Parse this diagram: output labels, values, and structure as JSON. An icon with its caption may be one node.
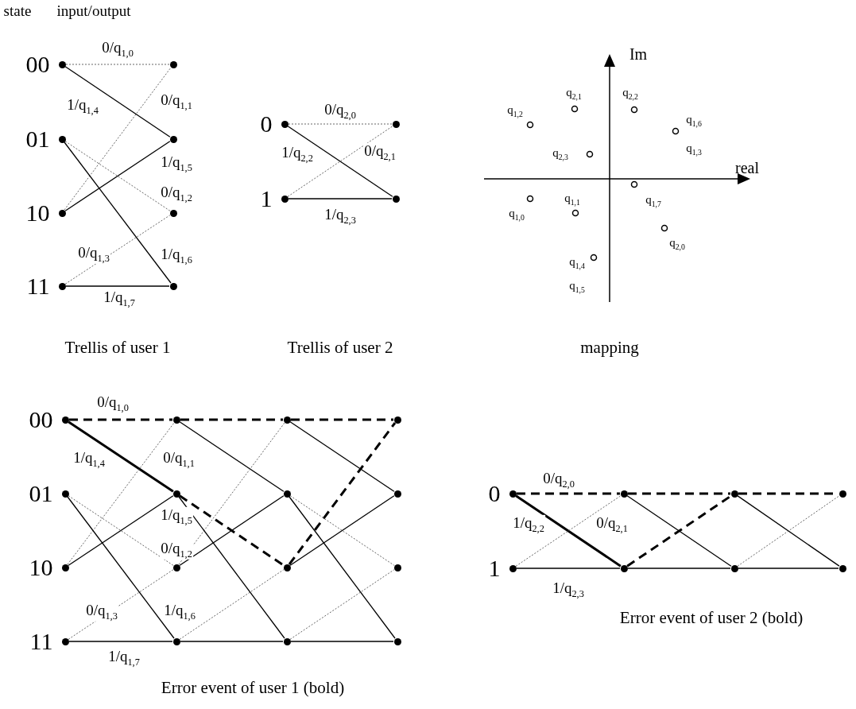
{
  "diagram": {
    "nodes": [
      {
        "text": [],
        "shape": "circle",
        "beside": [
          "00"
        ]
      },
      {
        "text": [],
        "shape": "circle",
        "beside": [
          "01"
        ]
      },
      {
        "text": [],
        "shape": "circle",
        "beside": [
          "10"
        ]
      },
      {
        "text": [],
        "shape": "circle",
        "beside": [
          "11"
        ]
      },
      {
        "text": [],
        "shape": "circle"
      },
      {
        "text": [],
        "shape": "circle"
      },
      {
        "text": [],
        "shape": "circle"
      },
      {
        "text": [],
        "shape": "circle"
      },
      {
        "text": [],
        "shape": "circle",
        "beside": [
          "0"
        ]
      },
      {
        "text": [],
        "shape": "circle",
        "beside": [
          "1"
        ]
      },
      {
        "text": [],
        "shape": "circle"
      },
      {
        "text": [],
        "shape": "circle"
      },
      {
        "text": [],
        "shape": "circle",
        "beside": [
          "00"
        ]
      },
      {
        "text": [],
        "shape": "circle",
        "beside": [
          "01"
        ]
      },
      {
        "text": [],
        "shape": "circle",
        "beside": [
          "10"
        ]
      },
      {
        "text": [],
        "shape": "circle",
        "beside": [
          "11"
        ]
      },
      {
        "text": [],
        "shape": "circle"
      },
      {
        "text": [],
        "shape": "circle"
      },
      {
        "text": [],
        "shape": "circle"
      },
      {
        "text": [],
        "shape": "circle"
      },
      {
        "text": [],
        "shape": "circle"
      },
      {
        "text": [],
        "shape": "circle"
      },
      {
        "text": [],
        "shape": "circle"
      },
      {
        "text": [],
        "shape": "circle"
      },
      {
        "text": [],
        "shape": "circle"
      },
      {
        "text": [],
        "shape": "circle"
      },
      {
        "text": [],
        "shape": "circle"
      },
      {
        "text": [],
        "shape": "circle"
      },
      {
        "text": [],
        "shape": "circle",
        "beside": [
          "0"
        ]
      },
      {
        "text": [],
        "shape": "circle",
        "beside": [
          "1"
        ]
      },
      {
        "text": [],
        "shape": "circle"
      },
      {
        "text": [],
        "shape": "circle"
      },
      {
        "text": [],
        "shape": "circle"
      },
      {
        "text": [],
        "shape": "circle"
      },
      {
        "text": [],
        "shape": "circle"
      },
      {
        "text": [],
        "shape": "circle"
      }
    ],
    "edges": [
      {
        "from": 0,
        "to": 4,
        "arrow": "none",
        "style": "dashed",
        "color": "#666666",
        "label": "0/q$_{1,0}$"
      },
      {
        "from": 0,
        "to": 5,
        "arrow": "none",
        "label": "1/q$_{1,4}$"
      },
      {
        "from": 2,
        "to": 4,
        "arrow": "none",
        "style": "dashed",
        "color": "#666666",
        "label": "0/q$_{1,1}$"
      },
      {
        "from": 2,
        "to": 5,
        "arrow": "none",
        "label": "1/q$_{1,5}$"
      },
      {
        "from": 1,
        "to": 6,
        "arrow": "none",
        "style": "dashed",
        "color": "#666666",
        "label": "0/q$_{1,2}$"
      },
      {
        "from": 1,
        "to": 7,
        "arrow": "none",
        "label": "1/q$_{1,6}$"
      },
      {
        "from": 3,
        "to": 6,
        "arrow": "none",
        "style": "dashed",
        "color": "#666666",
        "label": "0/q$_{1,3}$"
      },
      {
        "from": 3,
        "to": 7,
        "arrow": "none",
        "label": "1/q$_{1,7}$"
      },
      {
        "from": 8,
        "to": 10,
        "arrow": "none",
        "style": "dashed",
        "color": "#666666",
        "label": "0/q$_{2,0}$"
      },
      {
        "from": 8,
        "to": 11,
        "arrow": "none",
        "label": "1/q$_{2,2}$"
      },
      {
        "from": 9,
        "to": 10,
        "arrow": "none",
        "style": "dashed",
        "color": "#666666",
        "label": "0/q$_{2,1}$"
      },
      {
        "from": 9,
        "to": 11,
        "arrow": "none",
        "label": "1/q$_{2,3}$"
      },
      {
        "from": 12,
        "to": 16,
        "arrow": "none",
        "style": "dashed",
        "label": "0/q$_{1,0}$"
      },
      {
        "from": 12,
        "to": 17,
        "arrow": "none",
        "style": "thick",
        "label": "1/q$_{1,4}$"
      },
      {
        "from": 14,
        "to": 16,
        "arrow": "none",
        "style": "dashed",
        "color": "#666666",
        "label": "0/q$_{1,1}$"
      },
      {
        "from": 14,
        "to": 17,
        "arrow": "none",
        "label": "1/q$_{1,5}$"
      },
      {
        "from": 13,
        "to": 18,
        "arrow": "none",
        "style": "dashed",
        "color": "#666666",
        "label": "0/q$_{1,2}$"
      },
      {
        "from": 13,
        "to": 19,
        "arrow": "none",
        "label": "1/q$_{1,6}$"
      },
      {
        "from": 15,
        "to": 18,
        "arrow": "none",
        "style": "dashed",
        "color": "#666666",
        "label": "0/q$_{1,3}$"
      },
      {
        "from": 15,
        "to": 19,
        "arrow": "none",
        "label": "1/q$_{1,7}$"
      },
      {
        "from": 16,
        "to": 20,
        "arrow": "none",
        "style": "dashed"
      },
      {
        "from": 16,
        "to": 21,
        "arrow": "none"
      },
      {
        "from": 18,
        "to": 20,
        "arrow": "none",
        "style": "dashed",
        "color": "#666666"
      },
      {
        "from": 18,
        "to": 21,
        "arrow": "none"
      },
      {
        "from": 17,
        "to": 22,
        "arrow": "none",
        "style": "dashed"
      },
      {
        "from": 17,
        "to": 23,
        "arrow": "none"
      },
      {
        "from": 19,
        "to": 22,
        "arrow": "none",
        "style": "dashed",
        "color": "#666666"
      },
      {
        "from": 19,
        "to": 23,
        "arrow": "none"
      },
      {
        "from": 20,
        "to": 24,
        "arrow": "none",
        "style": "dashed"
      },
      {
        "from": 20,
        "to": 25,
        "arrow": "none"
      },
      {
        "from": 22,
        "to": 24,
        "arrow": "none",
        "style": "dashed"
      },
      {
        "from": 22,
        "to": 25,
        "arrow": "none"
      },
      {
        "from": 21,
        "to": 26,
        "arrow": "none",
        "style": "dashed",
        "color": "#666666"
      },
      {
        "from": 21,
        "to": 27,
        "arrow": "none"
      },
      {
        "from": 23,
        "to": 26,
        "arrow": "none",
        "style": "dashed",
        "color": "#666666"
      },
      {
        "from": 23,
        "to": 27,
        "arrow": "none"
      },
      {
        "from": 28,
        "to": 30,
        "arrow": "none",
        "style": "dashed",
        "label": "0/q$_{2,0}$"
      },
      {
        "from": 28,
        "to": 31,
        "arrow": "none",
        "style": "thick",
        "label": "1/q$_{2,2}$"
      },
      {
        "from": 29,
        "to": 30,
        "arrow": "none",
        "style": "dashed",
        "color": "#666666",
        "label": "0/q$_{2,1}$"
      },
      {
        "from": 29,
        "to": 31,
        "arrow": "none",
        "label": "1/q$_{2,3}$"
      },
      {
        "from": 30,
        "to": 32,
        "arrow": "none",
        "style": "dashed"
      },
      {
        "from": 30,
        "to": 33,
        "arrow": "none"
      },
      {
        "from": 31,
        "to": 32,
        "arrow": "none",
        "style": "dashed"
      },
      {
        "from": 31,
        "to": 33,
        "arrow": "none"
      },
      {
        "from": 32,
        "to": 34,
        "arrow": "none",
        "style": "dashed"
      },
      {
        "from": 32,
        "to": 35,
        "arrow": "none"
      },
      {
        "from": 33,
        "to": 34,
        "arrow": "none",
        "style": "dashed",
        "color": "#666666"
      },
      {
        "from": 33,
        "to": 35,
        "arrow": "none"
      }
    ],
    "labels": [
      "state",
      "input/output",
      "Im",
      "q$_{2,1}$",
      "q$_{2,2}$",
      "q$_{1,2}$",
      "q$_{1,6}$",
      "q$_{2,3}$",
      "q$_{1,3}$",
      "real",
      "q$_{1,1}$",
      "q$_{1,0}$",
      "q$_{1,7}$",
      "q$_{2,0}$",
      "q$_{1,4}$",
      "q$_{1,5}$",
      "Trellis of user 1",
      "Trellis of user 2",
      "mapping",
      "Error event of user 2 (bold)",
      "Error event of user 1 (bold)"
    ]
  }
}
